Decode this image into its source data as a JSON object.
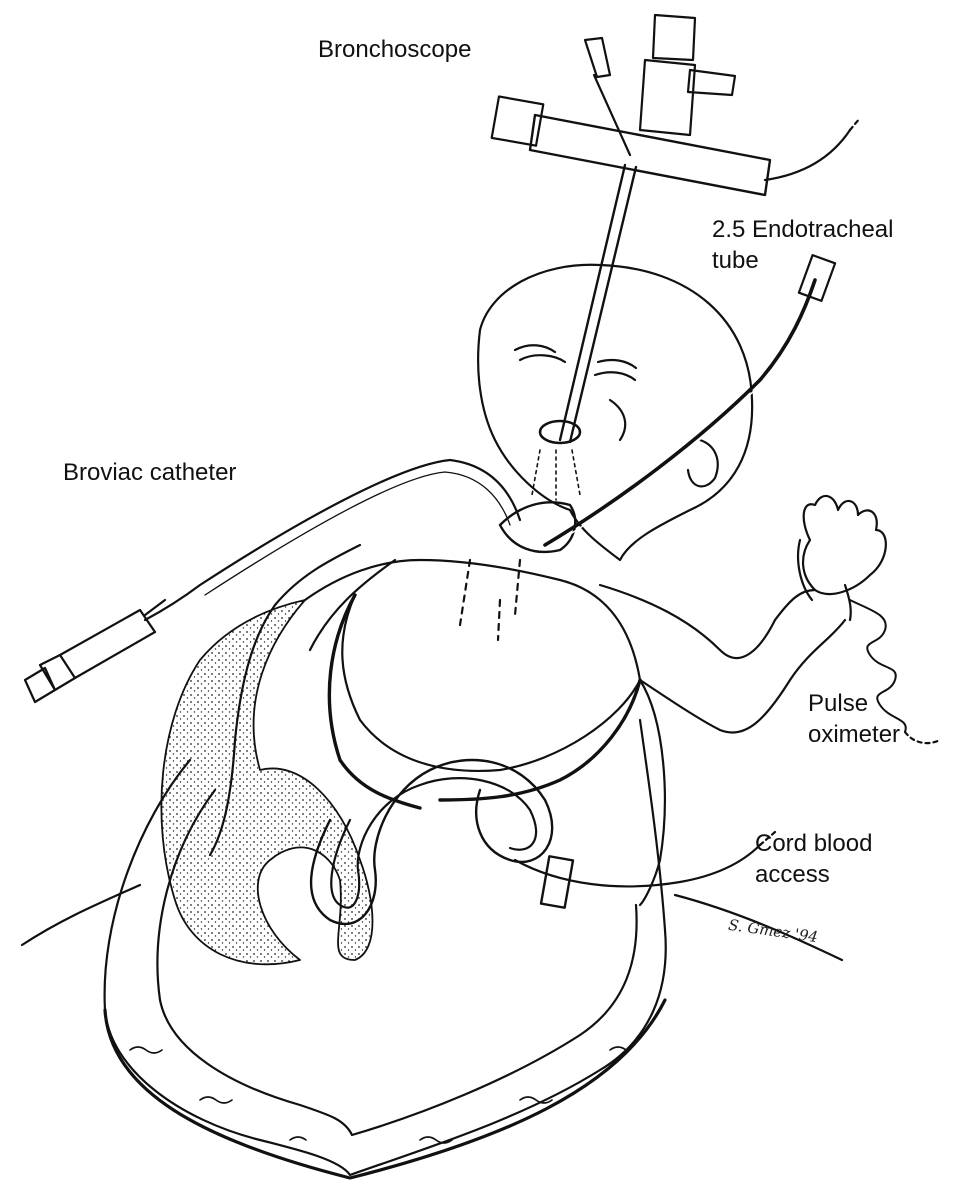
{
  "labels": {
    "bronchoscope": "Bronchoscope",
    "endotracheal_line1": "2.5 Endotracheal",
    "endotracheal_line2": "tube",
    "broviac": "Broviac catheter",
    "pulse_line1": "Pulse",
    "pulse_line2": "oximeter",
    "cord_line1": "Cord blood",
    "cord_line2": "access"
  },
  "signature": "S. Gmez '94"
}
